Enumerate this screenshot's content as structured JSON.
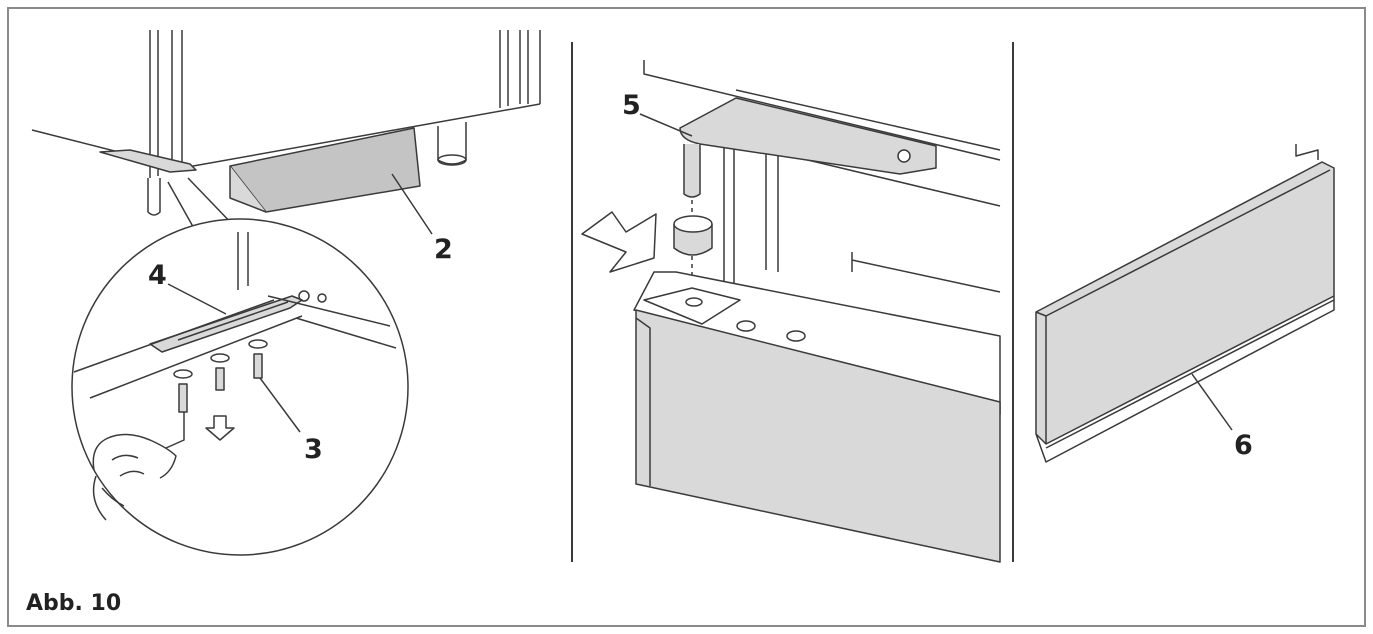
{
  "figure": {
    "caption": "Abb. 10",
    "callouts": {
      "c2": "2",
      "c3": "3",
      "c4": "4",
      "c5": "5",
      "c6": "6"
    }
  },
  "colors": {
    "frame": "#8a8a8a",
    "line": "#3a3a3a",
    "part_fill": "#d9d9d9",
    "part_fill_dark": "#c4c4c4"
  }
}
